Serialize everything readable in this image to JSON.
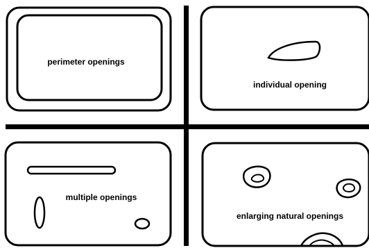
{
  "panels": {
    "perimeter": {
      "label": "perimeter openings"
    },
    "individual": {
      "label": "individual opening"
    },
    "multiple": {
      "label": "multiple openings"
    },
    "enlarging": {
      "label": "enlarging natural openings"
    }
  },
  "colors": {
    "stroke": "#000000",
    "background": "#ffffff"
  }
}
